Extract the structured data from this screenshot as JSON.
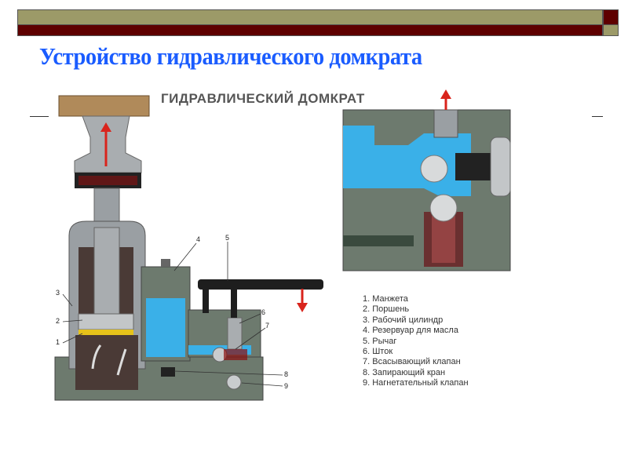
{
  "slide": {
    "title": "Устройство гидравлического домкрата"
  },
  "diagram": {
    "title": "ГИДРАВЛИЧЕСКИЙ ДОМКРАТ",
    "callouts": [
      "1",
      "2",
      "3",
      "4",
      "5",
      "6",
      "7",
      "8",
      "9"
    ],
    "legend": [
      "1. Манжета",
      "2. Поршень",
      "3. Рабочий цилиндр",
      "4. Резервуар для масла",
      "5. Рычаг",
      "6. Шток",
      "7. Всасывающий клапан",
      "8. Запирающий кран",
      "9. Нагнетательный клапан"
    ],
    "colors": {
      "oil": "#3ab0e8",
      "metal": "#9a9fa3",
      "housing": "#6d7a6e",
      "chamber": "#4a3a36",
      "accent": "#1a5cff",
      "arrow": "#d9241c"
    }
  }
}
